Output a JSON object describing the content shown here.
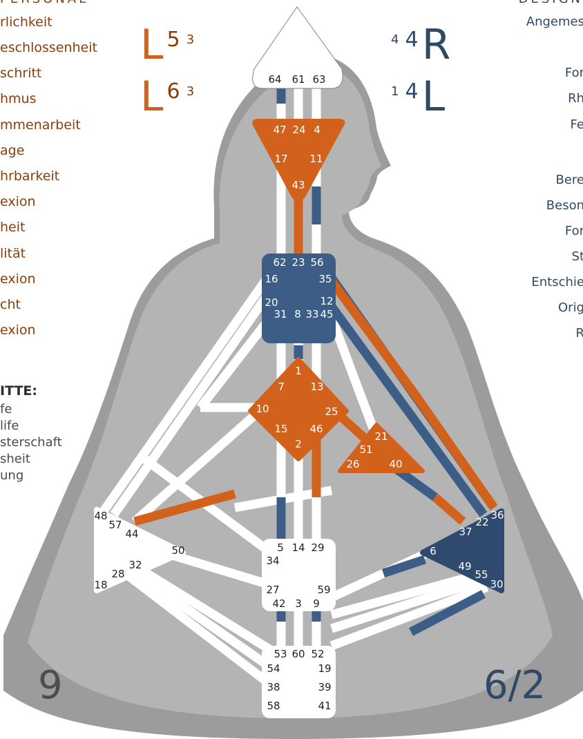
{
  "left_header": "PERSONAL",
  "left_items": [
    "rlichkeit",
    "eschlossenheit",
    "schritt",
    "hmus",
    "mmenarbeit",
    "age",
    "hrbarkeit",
    "exion",
    "heit",
    "lität",
    "exion",
    "cht",
    "exion"
  ],
  "stages_heading": "ITTE:",
  "stages": [
    "fe",
    "life",
    "sterschaft",
    "sheit",
    "ung"
  ],
  "right_header": "DESIGN",
  "right_items": [
    "Angemes",
    "For",
    "Rh",
    "Fe",
    "Bere",
    "Beson",
    "For",
    "St",
    "Entschie",
    "Orig",
    "R"
  ],
  "arrows": {
    "top_left": {
      "letter": "L",
      "digit": "5",
      "sub": "3"
    },
    "bottom_left": {
      "letter": "L",
      "digit": "6",
      "sub": "3"
    },
    "top_right": {
      "sub": "4",
      "digit": "4",
      "letter": "R"
    },
    "bottom_right": {
      "sub": "1",
      "digit": "4",
      "letter": "L"
    }
  },
  "profile_left": "9",
  "profile_right": "6/2",
  "colors": {
    "orange": "#d2611b",
    "blue": "#3c5e86",
    "dark_blue": "#2e4a6e",
    "white": "#ffffff",
    "gray": "#b4b4b4",
    "dark_gray": "#9c9c9c",
    "text_orange": "#8a3d0a"
  },
  "centers": {
    "head": {
      "gates": [
        "64",
        "61",
        "63"
      ]
    },
    "ajna": {
      "gates": [
        "47",
        "24",
        "4",
        "17",
        "11",
        "43"
      ]
    },
    "throat": {
      "gates": [
        "62",
        "23",
        "56",
        "16",
        "35",
        "20",
        "12",
        "31",
        "8",
        "33",
        "45"
      ]
    },
    "g": {
      "gates": [
        "1",
        "7",
        "13",
        "10",
        "25",
        "15",
        "46",
        "2"
      ]
    },
    "heart": {
      "gates": [
        "21",
        "51",
        "26",
        "40"
      ]
    },
    "spleen": {
      "gates": [
        "48",
        "57",
        "44",
        "50",
        "32",
        "28",
        "18"
      ]
    },
    "sacral": {
      "gates": [
        "5",
        "14",
        "29",
        "34",
        "27",
        "59",
        "42",
        "3",
        "9"
      ]
    },
    "solar_plexus": {
      "gates": [
        "36",
        "22",
        "37",
        "6",
        "49",
        "55",
        "30"
      ]
    },
    "root": {
      "gates": [
        "53",
        "60",
        "52",
        "54",
        "19",
        "38",
        "39",
        "58",
        "41"
      ]
    }
  }
}
